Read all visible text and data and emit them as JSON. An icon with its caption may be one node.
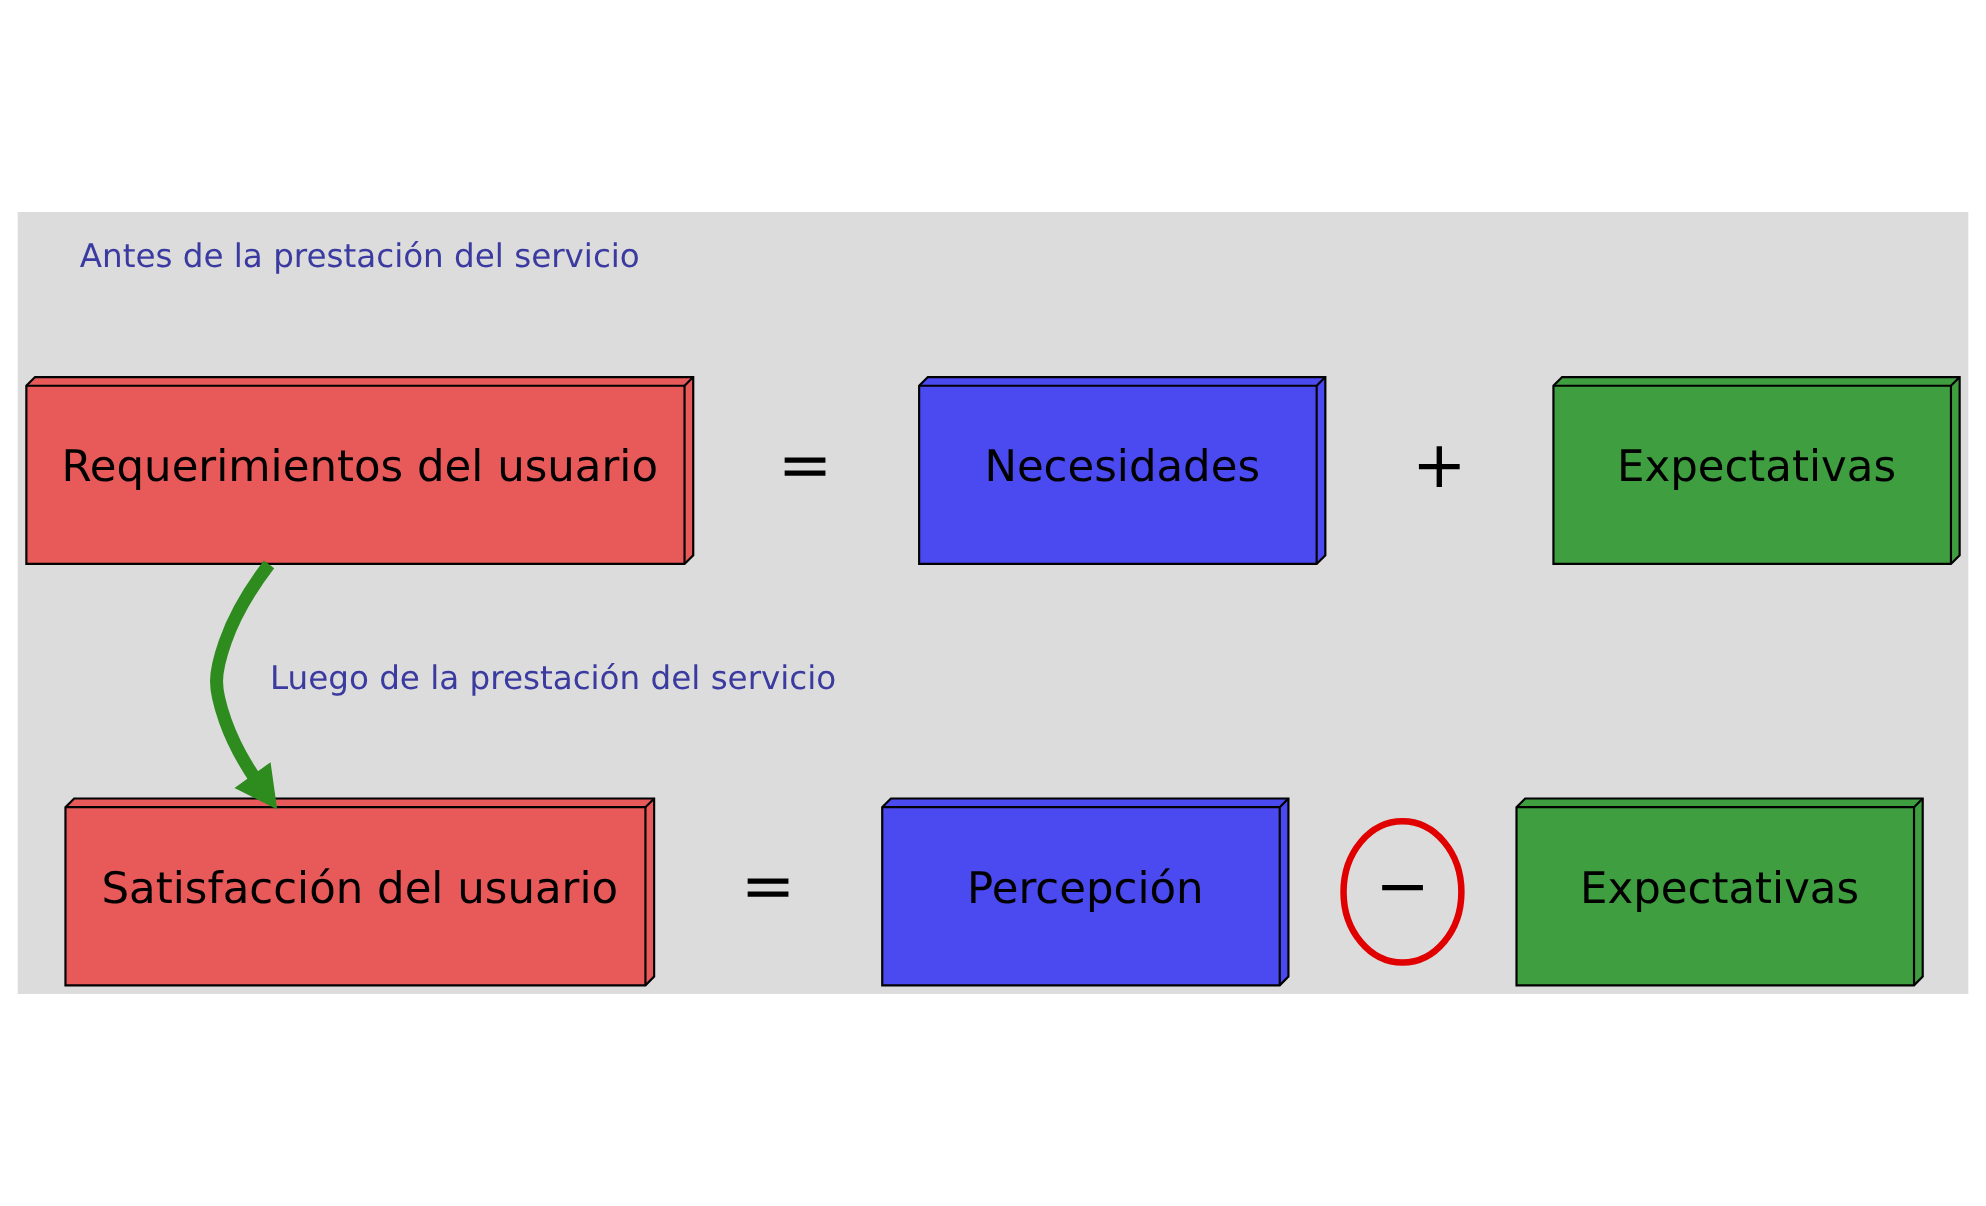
{
  "diagram": {
    "nodes": [
      {
        "text": [
          "Requerimientos del usuario"
        ]
      },
      {
        "text": [
          "Necesidades"
        ]
      },
      {
        "text": [
          "Expectativas"
        ]
      },
      {
        "text": [
          "Satisfacción del usuario"
        ]
      },
      {
        "text": [
          "Percepción"
        ]
      },
      {
        "text": [
          "Expectativas"
        ]
      }
    ],
    "edges": [
      {
        "from": 0,
        "to": 3,
        "arrow": "to",
        "color": "#2e8b1e"
      }
    ],
    "labels": [
      "Antes de la prestación del servicio",
      "=",
      "+",
      "Luego de la prestación del servicio",
      "=",
      "−"
    ]
  }
}
